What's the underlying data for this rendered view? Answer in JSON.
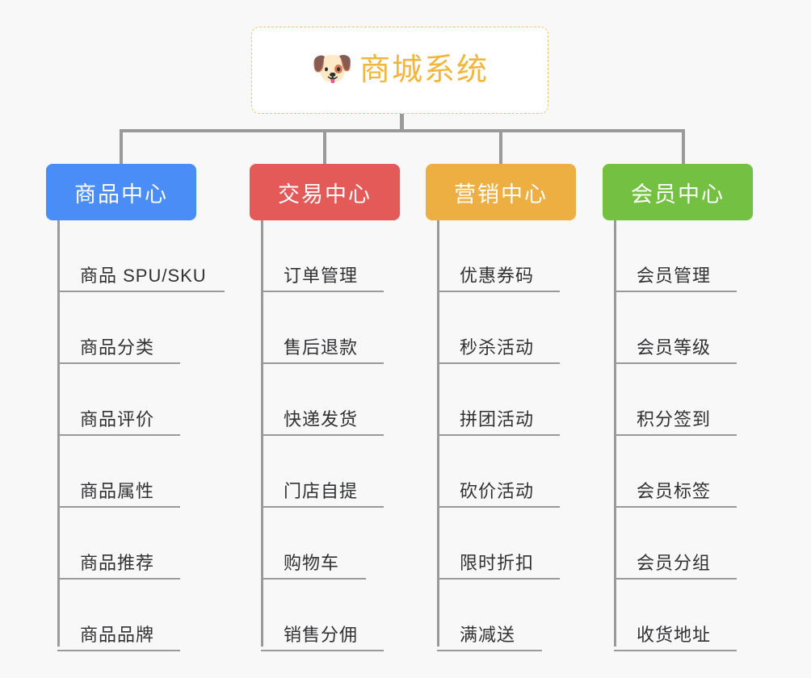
{
  "background_color": "#f8f8f8",
  "root": {
    "icon": "dog-face-emoji",
    "emoji": "🐶",
    "title": "商城系统",
    "title_color": "#f2b63c",
    "border_color": "#f0c370"
  },
  "connector_color": "#9a9a9a",
  "columns": [
    {
      "name": "product-center",
      "label": "商品中心",
      "color": "#4a8df6",
      "items": [
        {
          "label": "商品 SPU/SKU",
          "underline_width": 207
        },
        {
          "label": "商品分类",
          "underline_width": 152
        },
        {
          "label": "商品评价",
          "underline_width": 152
        },
        {
          "label": "商品属性",
          "underline_width": 152
        },
        {
          "label": "商品推荐",
          "underline_width": 152
        },
        {
          "label": "商品品牌",
          "underline_width": 152
        }
      ]
    },
    {
      "name": "trade-center",
      "label": "交易中心",
      "color": "#e35a58",
      "items": [
        {
          "label": "订单管理",
          "underline_width": 152
        },
        {
          "label": "售后退款",
          "underline_width": 152
        },
        {
          "label": "快递发货",
          "underline_width": 152
        },
        {
          "label": "门店自提",
          "underline_width": 152
        },
        {
          "label": "购物车",
          "underline_width": 130
        },
        {
          "label": "销售分佣",
          "underline_width": 152
        }
      ]
    },
    {
      "name": "marketing-center",
      "label": "营销中心",
      "color": "#eeaf42",
      "items": [
        {
          "label": "优惠券码",
          "underline_width": 152
        },
        {
          "label": "秒杀活动",
          "underline_width": 152
        },
        {
          "label": "拼团活动",
          "underline_width": 152
        },
        {
          "label": "砍价活动",
          "underline_width": 152
        },
        {
          "label": "限时折扣",
          "underline_width": 152
        },
        {
          "label": "满减送",
          "underline_width": 130
        }
      ]
    },
    {
      "name": "member-center",
      "label": "会员中心",
      "color": "#74c043",
      "items": [
        {
          "label": "会员管理",
          "underline_width": 152
        },
        {
          "label": "会员等级",
          "underline_width": 152
        },
        {
          "label": "积分签到",
          "underline_width": 152
        },
        {
          "label": "会员标签",
          "underline_width": 152
        },
        {
          "label": "会员分组",
          "underline_width": 152
        },
        {
          "label": "收货地址",
          "underline_width": 152
        }
      ]
    }
  ]
}
